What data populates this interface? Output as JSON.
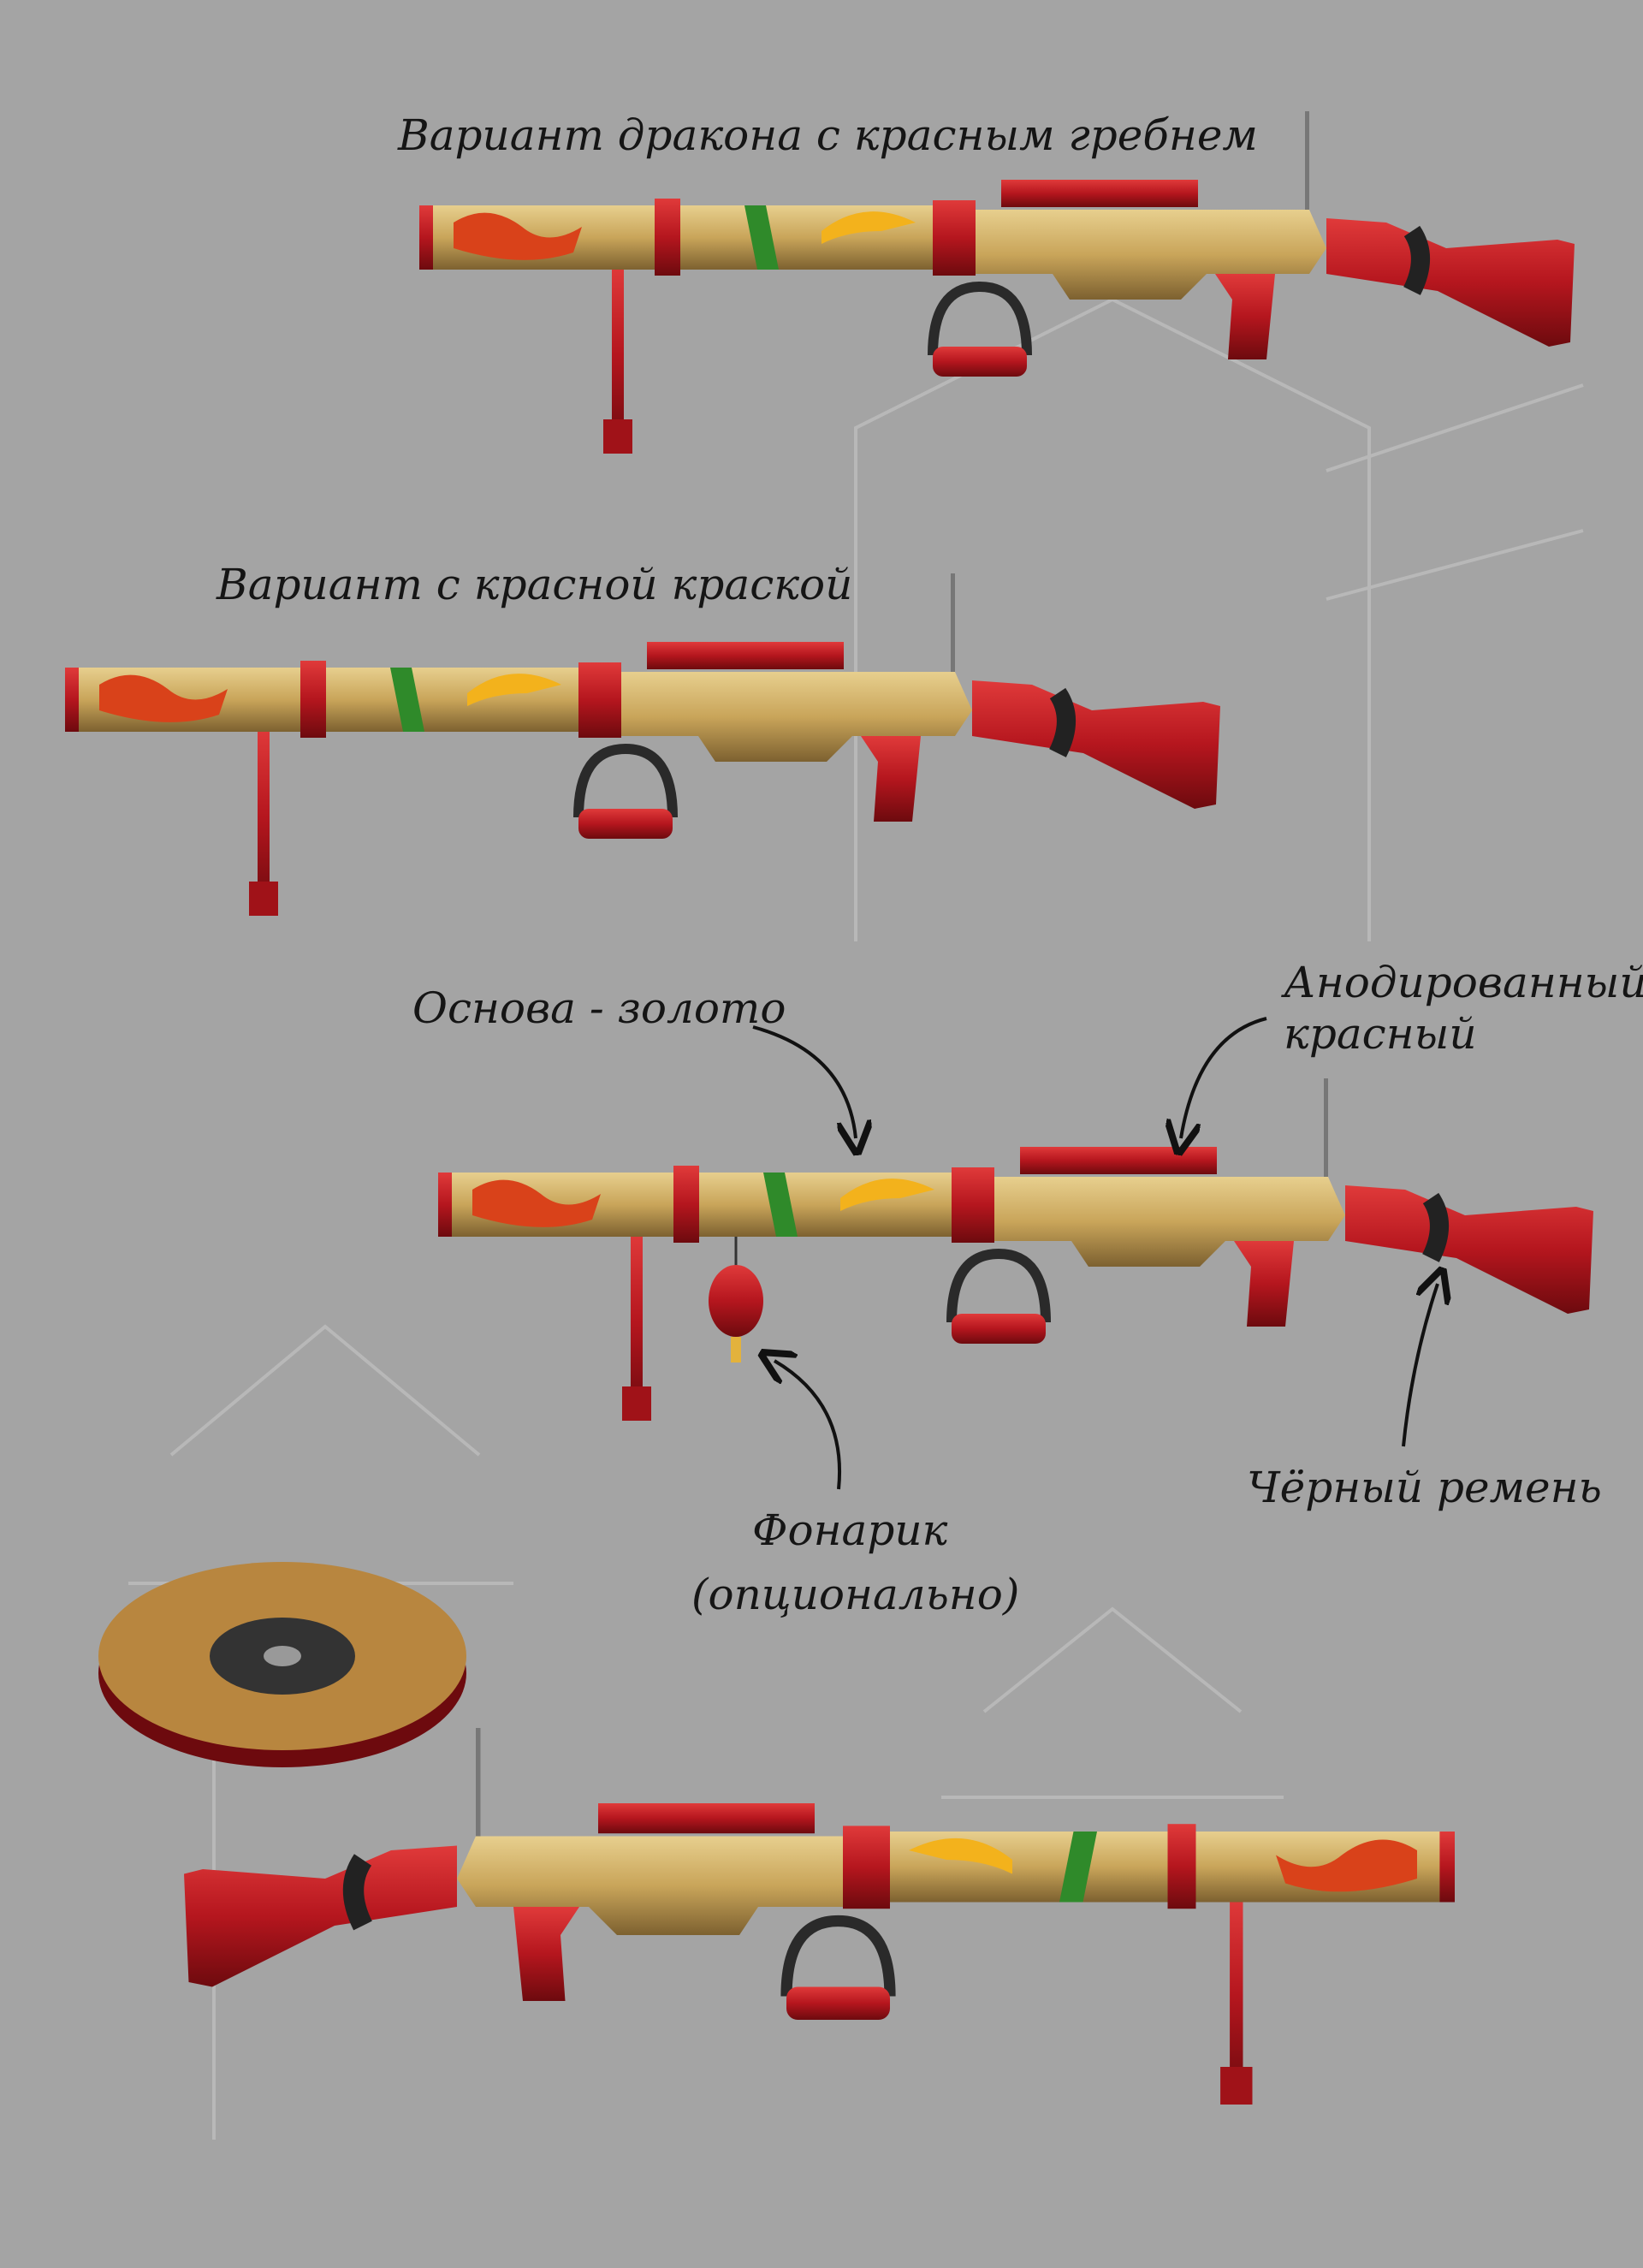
{
  "titles": {
    "variant_dragon": "Вариант дракона с красным гребнем",
    "variant_red_paint": "Вариант с красной краской"
  },
  "annotations": {
    "base_gold": "Основа - золото",
    "anodized_line1": "Анодированный",
    "anodized_line2": "красный",
    "lantern_line1": "Фонарик",
    "lantern_line2": "(опционально)",
    "black_strap": "Чёрный ремень"
  },
  "colors": {
    "background": "#a4a4a4",
    "gold": "#c9a55a",
    "red": "#b5161e",
    "dark": "#2a2a2a",
    "sketch": "#b9b9b9"
  }
}
